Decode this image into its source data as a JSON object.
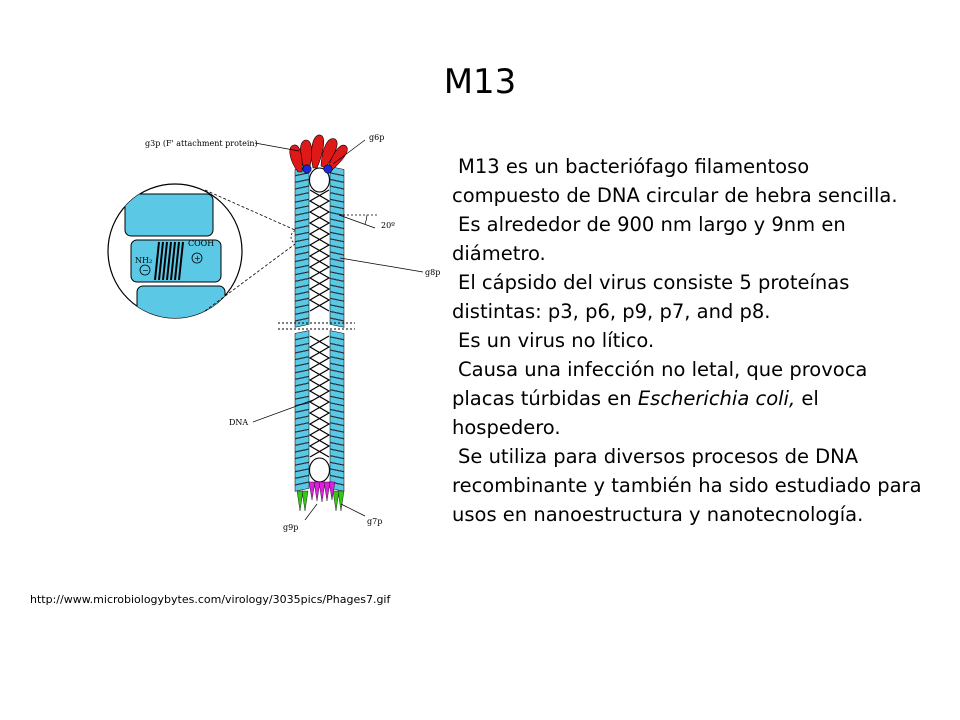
{
  "slide": {
    "title": "M13",
    "paragraphs": [
      {
        "text": "M13 es un bacteriófago filamentoso compuesto de DNA circular de hebra sencilla."
      },
      {
        "text": "Es alrededor de 900 nm largo y 9nm en diámetro."
      },
      {
        "text": "El cápsido del virus consiste 5 proteínas distintas: p3, p6, p9, p7, and p8."
      },
      {
        "text": "Es un virus no lítico."
      },
      {
        "pre": "Causa una infección no letal, que provoca placas túrbidas en ",
        "italic": "Escherichia coli,",
        "post": " el hospedero."
      },
      {
        "text": "Se utiliza para diversos procesos de DNA recombinante y también ha sido estudiado para usos en nanoestructura y nanotecnología."
      }
    ],
    "source_url": "http://www.microbiologybytes.com/virology/3035pics/Phages7.gif"
  },
  "diagram": {
    "labels": {
      "g3p": "g3p (F' attachment protein)",
      "g6p": "g6p",
      "angle": "20º",
      "g8p": "g8p",
      "dna": "DNA",
      "g9p": "g9p",
      "g7p": "g7p",
      "cooh": "COOH",
      "nh2": "NH₂",
      "plus": "+",
      "minus": "−"
    },
    "colors": {
      "coat": "#5bc8e6",
      "g3p": "#e01818",
      "g6p": "#1a2bd6",
      "g7p": "#e020e0",
      "g9p": "#34c814"
    }
  }
}
